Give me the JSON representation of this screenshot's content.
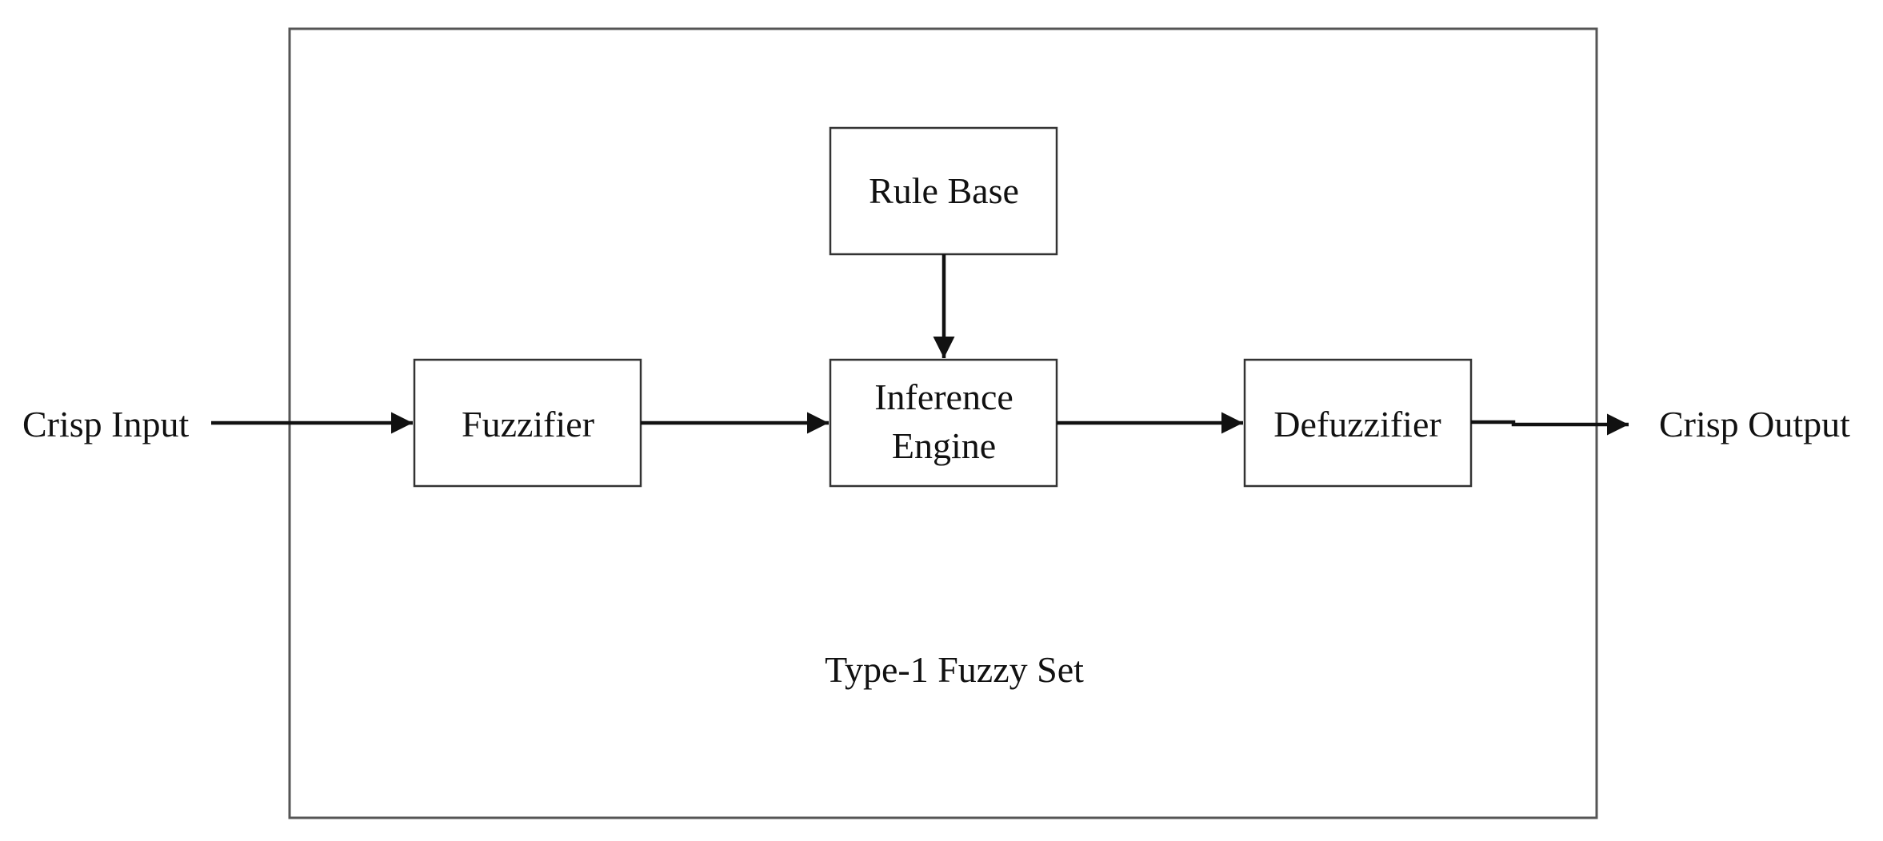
{
  "diagram": {
    "caption": "Type-1 Fuzzy Set",
    "input_label": "Crisp Input",
    "output_label": "Crisp Output",
    "blocks": {
      "rule_base": "Rule Base",
      "fuzzifier": "Fuzzifier",
      "inference_line1": "Inference",
      "inference_line2": "Engine",
      "defuzzifier": "Defuzzifier"
    }
  }
}
